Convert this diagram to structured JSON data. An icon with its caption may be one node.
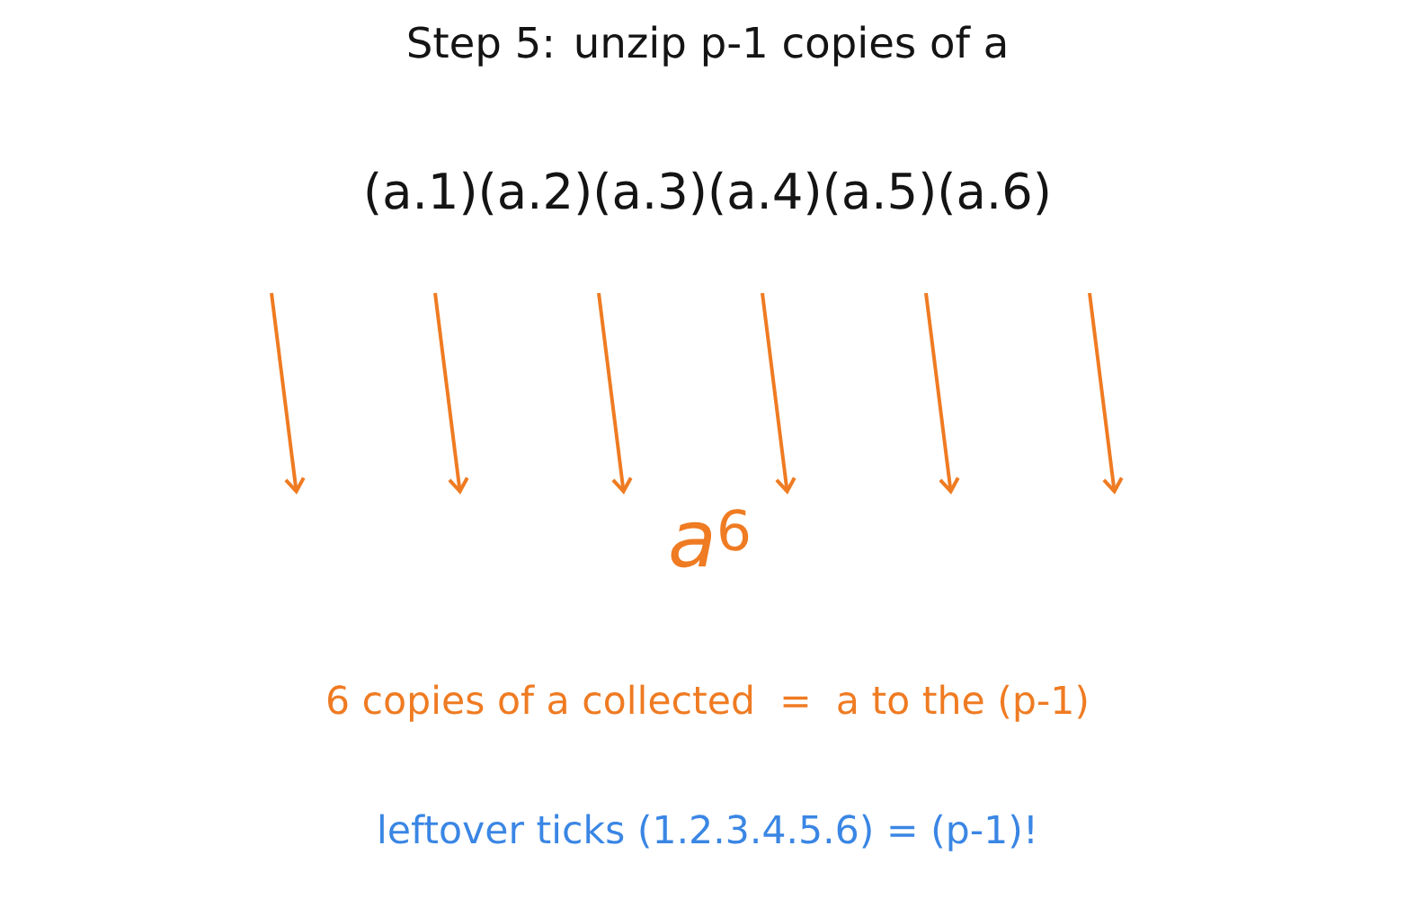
{
  "diagram": {
    "title": "Step 5: unzip p-1 copies of a",
    "labels": [
      "(a.1)(a.2)(a.3)(a.4)(a.5)(a.6)",
      "*a*$^{6}$",
      "6 copies of a collected  =  a to the (p-1)",
      "leftover ticks (1.2.3.4.5.6) = (p-1)!"
    ]
  }
}
